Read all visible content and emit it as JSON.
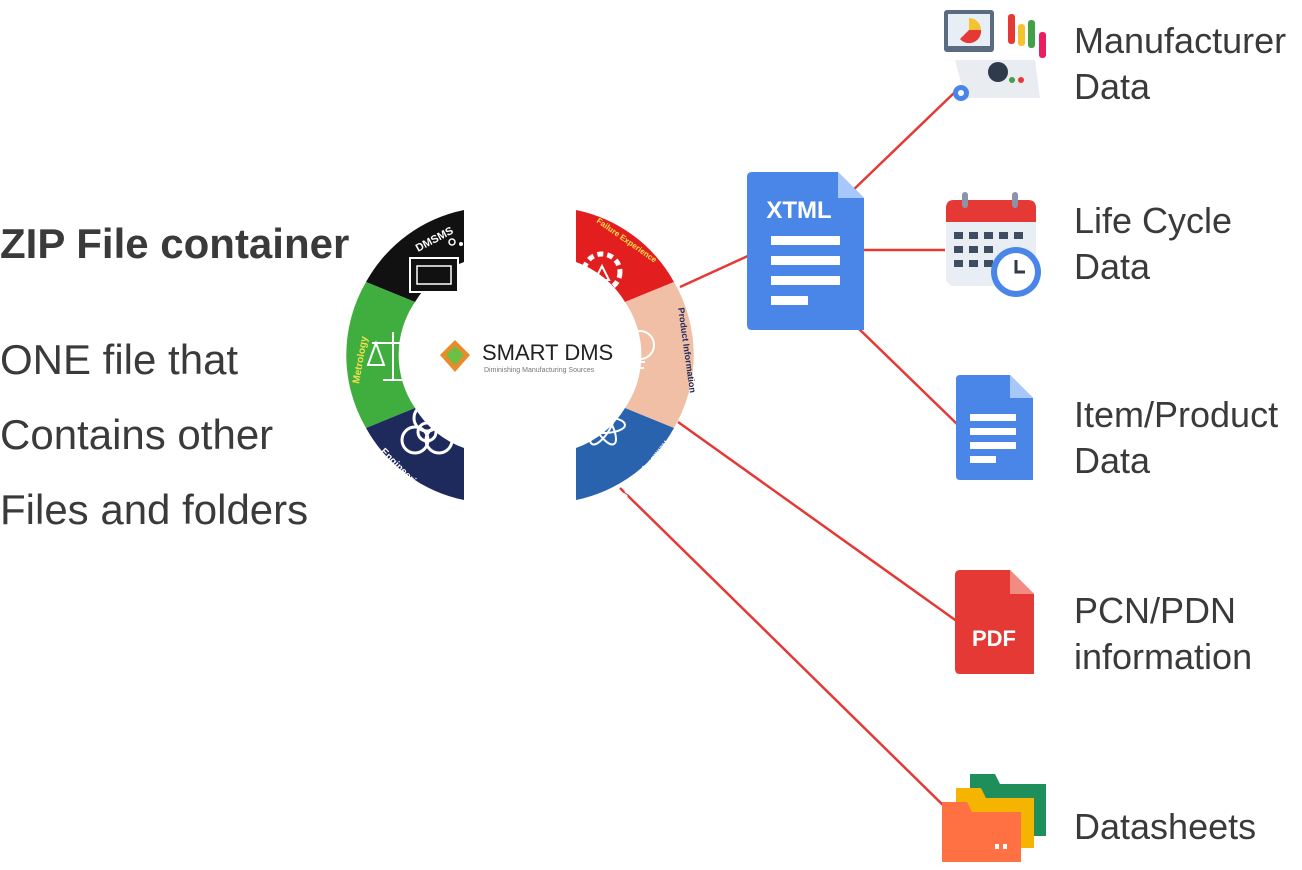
{
  "left": {
    "title": "ZIP File container",
    "lines": [
      "ONE file that",
      "Contains other",
      "Files and folders"
    ]
  },
  "wheel": {
    "logo_name": "SMART DMS",
    "logo_tagline": "Diminishing Manufacturing Sources",
    "segments": [
      "DMSMS",
      "Metrology",
      "Engineering",
      "Failure Experience",
      "Product Information",
      "Reliability & Maintainability"
    ]
  },
  "hub": {
    "label": "XTML"
  },
  "outputs": [
    {
      "line1": "Manufacturer",
      "line2": "Data",
      "icon": "analytics-dashboard-icon"
    },
    {
      "line1": "Life Cycle",
      "line2": "Data",
      "icon": "calendar-clock-icon"
    },
    {
      "line1": "Item/Product",
      "line2": "Data",
      "icon": "document-icon"
    },
    {
      "line1": "PCN/PDN",
      "line2": "information",
      "icon": "pdf-icon"
    },
    {
      "line1": "Datasheets",
      "line2": "",
      "icon": "folders-icon"
    }
  ],
  "pdf_badge": "PDF",
  "colors": {
    "connector": "#e53935",
    "dmsms": "#111111",
    "metrology": "#3fae3f",
    "engineering": "#1f2a5c",
    "failure": "#e31e1e",
    "product": "#f1bfa6",
    "reliability": "#2a63ad",
    "doc_blue": "#4a86e8",
    "text": "#3a3a3a"
  }
}
